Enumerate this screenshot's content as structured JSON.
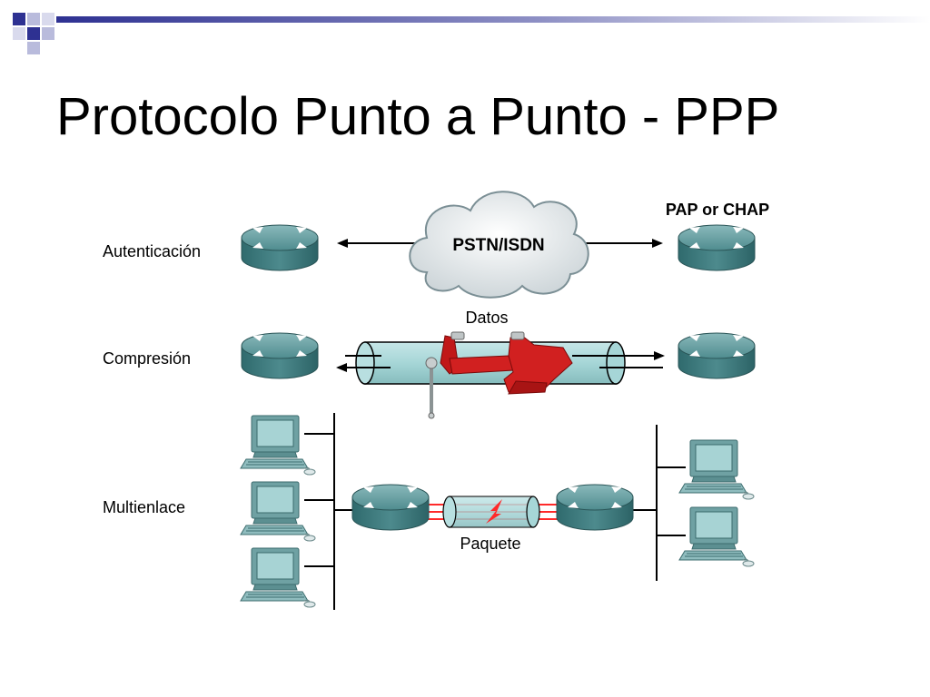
{
  "slide": {
    "title": "Protocolo Punto a Punto - PPP"
  },
  "rows": {
    "authentication": {
      "label": "Autenticación",
      "cloud_label": "PSTN/ISDN",
      "remote_label": "PAP or CHAP"
    },
    "compression": {
      "label": "Compresión",
      "data_label": "Datos"
    },
    "multilink": {
      "label": "Multienlace",
      "packet_label": "Paquete"
    }
  },
  "colors": {
    "router_body": "#3f7f82",
    "router_top": "#5e9b9e",
    "tube": "#a6d6d7",
    "vise": "#d12020",
    "cloud": "#e9eef0",
    "line": "#000000",
    "link_red": "#ff2a2a",
    "accent_blue": "#2e3192"
  },
  "icons": {
    "router": "router-icon",
    "computer": "computer-icon",
    "cloud": "cloud-icon",
    "vise": "vise-icon"
  }
}
